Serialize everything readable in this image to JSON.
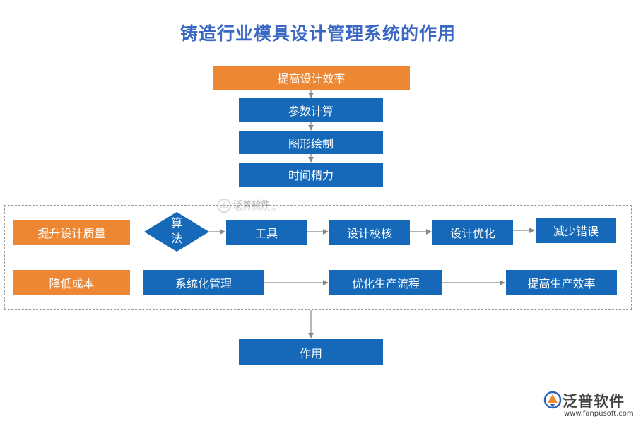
{
  "title": "铸造行业模具设计管理系统的作用",
  "nodes": {
    "top_orange": "提高设计效率",
    "param_calc": "参数计算",
    "graph_draw": "图形绘制",
    "time_effort": "时间精力",
    "quality": "提升设计质量",
    "algorithm": "算法",
    "tool": "工具",
    "design_check": "设计校核",
    "design_opt": "设计优化",
    "reduce_errors": "减少错误",
    "reduce_cost": "降低成本",
    "sys_mgmt": "系统化管理",
    "optimize_flow": "优化生产流程",
    "prod_eff": "提高生产效率",
    "effect": "作用"
  },
  "watermark": {
    "name": "泛普软件",
    "sub": "FANPU SOFTWARE"
  },
  "logo": {
    "name": "泛普软件",
    "url": "www.fanpusoft.com"
  },
  "colors": {
    "blue": "#1569b8",
    "orange": "#ee8734",
    "title": "#3a67c4",
    "arrow": "#888888"
  }
}
